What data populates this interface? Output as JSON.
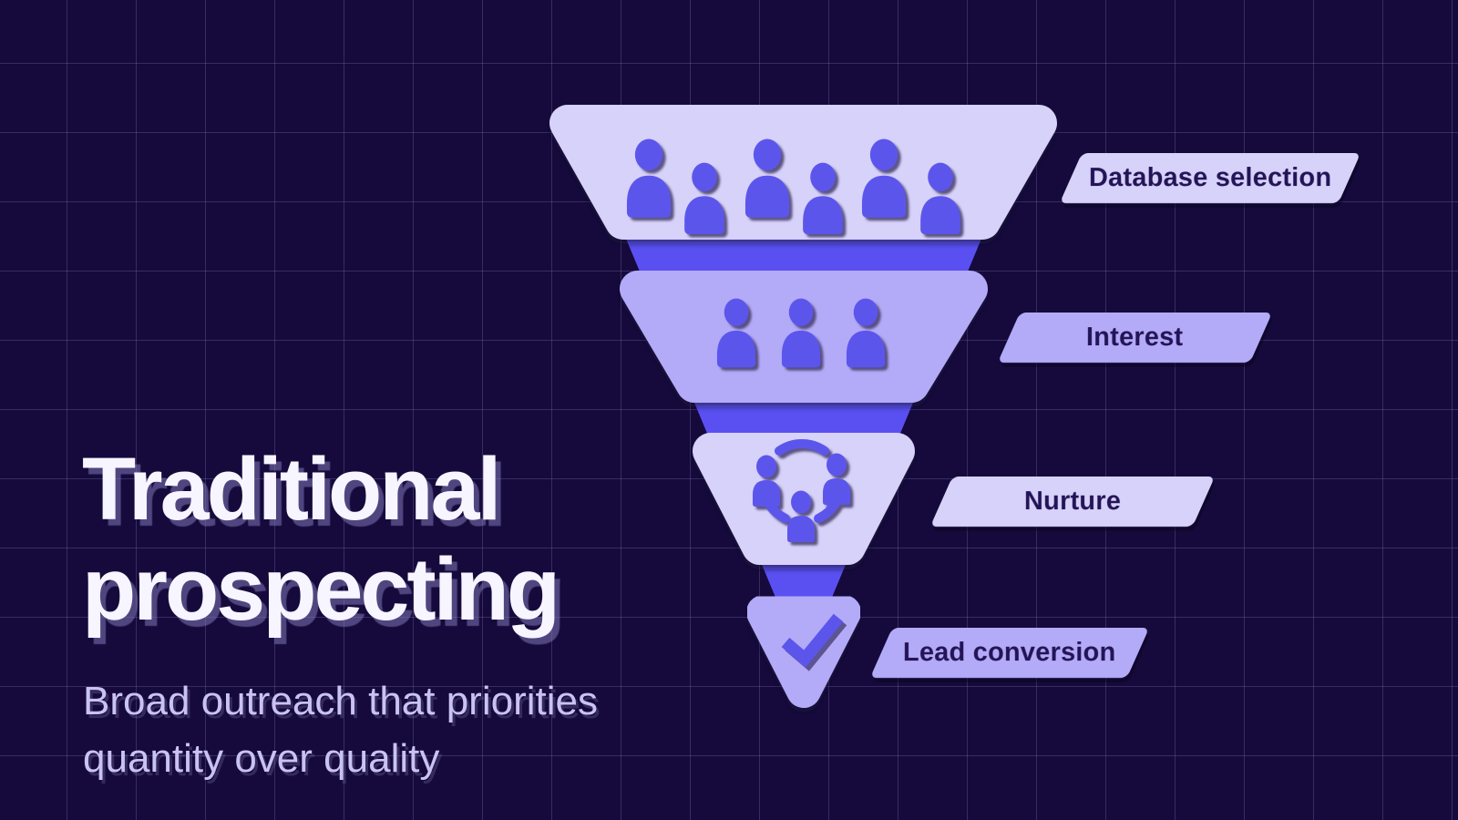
{
  "theme": {
    "bg": "#160a3c",
    "grid": "rgba(122,112,176,0.33)",
    "light": "#d6d2f9",
    "medium": "#b3abf7",
    "cone": "#5a50f2",
    "icon": "#5c55ec",
    "title-color": "#f7f5ff",
    "title-shadow": "rgba(130,121,183,0.55)",
    "subtitle-color": "#c9c3f1",
    "label-text": "#241457"
  },
  "title": {
    "line1": "Traditional",
    "line2": "prospecting"
  },
  "subtitle": {
    "line1": "Broad outreach that priorities",
    "line2": "quantity over quality"
  },
  "funnel": {
    "levels": [
      {
        "label": "Database selection",
        "icon": "people-icon",
        "people_count": 6
      },
      {
        "label": "Interest",
        "icon": "people-icon",
        "people_count": 3
      },
      {
        "label": "Nurture",
        "icon": "group-network-icon",
        "people_count": 3
      },
      {
        "label": "Lead conversion",
        "icon": "checkmark-icon",
        "people_count": 0
      }
    ]
  }
}
